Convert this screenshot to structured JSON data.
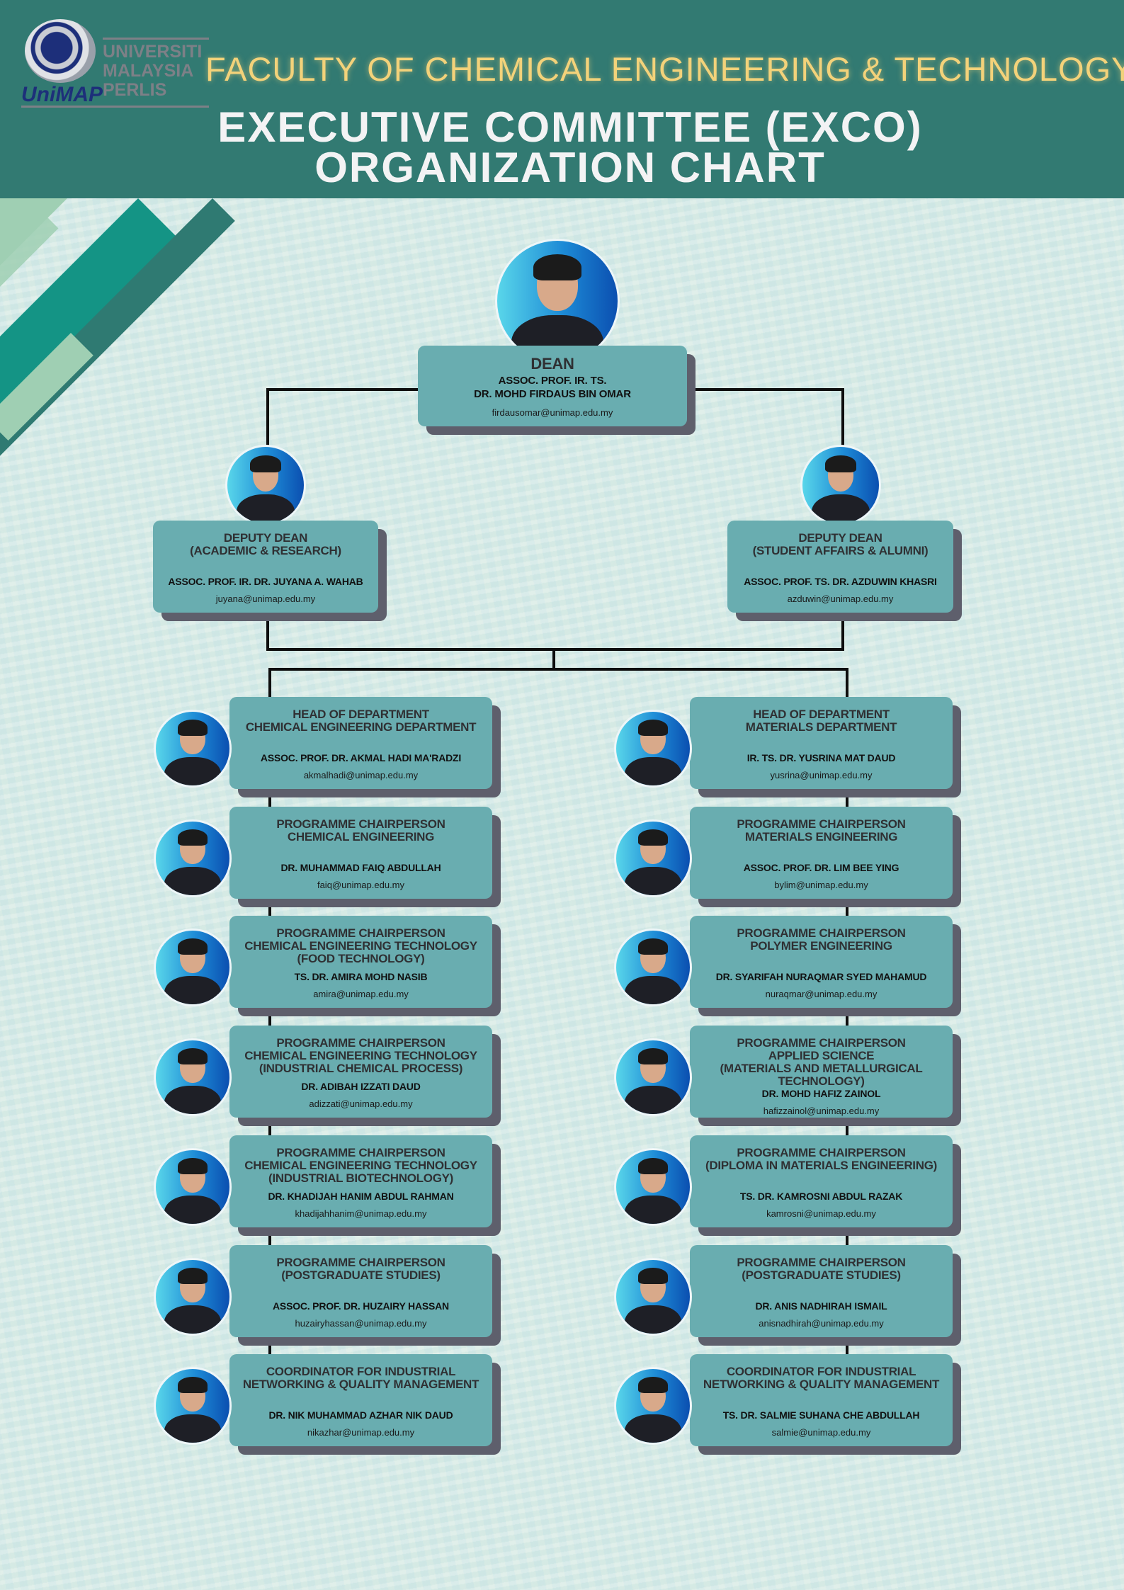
{
  "header": {
    "logo": {
      "line1": "UNIVERSITI",
      "line2": "MALAYSIA",
      "line3": "PERLIS",
      "brand": "UniMAP"
    },
    "faculty": "FACULTY OF CHEMICAL ENGINEERING & TECHNOLOGY",
    "title_line1": "EXECUTIVE COMMITTEE (EXCO)",
    "title_line2": "ORGANIZATION CHART"
  },
  "colors": {
    "header_bg": "#327a72",
    "faculty_text": "#f3d27a",
    "card_bg": "#69adb0",
    "card_shadow": "#5e5f6c"
  },
  "dean": {
    "title": [
      "DEAN"
    ],
    "name_lines": [
      "ASSOC. PROF. IR. TS.",
      "DR. MOHD FIRDAUS BIN OMAR"
    ],
    "email": "firdausomar@unimap.edu.my"
  },
  "deputies": [
    {
      "title": [
        "DEPUTY DEAN",
        "(ACADEMIC & RESEARCH)"
      ],
      "name": "ASSOC. PROF. IR. DR. JUYANA A. WAHAB",
      "email": "juyana@unimap.edu.my"
    },
    {
      "title": [
        "DEPUTY DEAN",
        "(STUDENT AFFAIRS & ALUMNI)"
      ],
      "name": "ASSOC. PROF. TS. DR. AZDUWIN KHASRI",
      "email": "azduwin@unimap.edu.my"
    }
  ],
  "left": [
    {
      "title": [
        "HEAD OF DEPARTMENT",
        "CHEMICAL ENGINEERING DEPARTMENT"
      ],
      "name": "ASSOC. PROF. DR. AKMAL HADI MA'RADZI",
      "email": "akmalhadi@unimap.edu.my"
    },
    {
      "title": [
        "PROGRAMME CHAIRPERSON",
        "CHEMICAL ENGINEERING"
      ],
      "name": "DR. MUHAMMAD FAIQ ABDULLAH",
      "email": "faiq@unimap.edu.my"
    },
    {
      "title": [
        "PROGRAMME CHAIRPERSON",
        "CHEMICAL ENGINEERING TECHNOLOGY",
        "(FOOD TECHNOLOGY)"
      ],
      "name": "TS. DR. AMIRA MOHD NASIB",
      "email": "amira@unimap.edu.my"
    },
    {
      "title": [
        "PROGRAMME CHAIRPERSON",
        "CHEMICAL ENGINEERING TECHNOLOGY",
        "(INDUSTRIAL CHEMICAL PROCESS)"
      ],
      "name": "DR. ADIBAH IZZATI DAUD",
      "email": "adizzati@unimap.edu.my"
    },
    {
      "title": [
        "PROGRAMME CHAIRPERSON",
        "CHEMICAL ENGINEERING TECHNOLOGY",
        "(INDUSTRIAL BIOTECHNOLOGY)"
      ],
      "name": "DR. KHADIJAH HANIM ABDUL RAHMAN",
      "email": "khadijahhanim@unimap.edu.my"
    },
    {
      "title": [
        "PROGRAMME CHAIRPERSON",
        "(POSTGRADUATE STUDIES)"
      ],
      "name": "ASSOC. PROF. DR. HUZAIRY HASSAN",
      "email": "huzairyhassan@unimap.edu.my"
    },
    {
      "title": [
        "COORDINATOR FOR INDUSTRIAL",
        "NETWORKING & QUALITY MANAGEMENT"
      ],
      "name": "DR. NIK MUHAMMAD AZHAR NIK DAUD",
      "email": "nikazhar@unimap.edu.my"
    }
  ],
  "right": [
    {
      "title": [
        "HEAD OF DEPARTMENT",
        "MATERIALS DEPARTMENT"
      ],
      "name": "IR. TS. DR. YUSRINA MAT DAUD",
      "email": "yusrina@unimap.edu.my"
    },
    {
      "title": [
        "PROGRAMME CHAIRPERSON",
        "MATERIALS ENGINEERING"
      ],
      "name": "ASSOC. PROF. DR. LIM BEE YING",
      "email": "bylim@unimap.edu.my"
    },
    {
      "title": [
        "PROGRAMME CHAIRPERSON",
        "POLYMER ENGINEERING"
      ],
      "name": "DR. SYARIFAH NURAQMAR SYED MAHAMUD",
      "email": "nuraqmar@unimap.edu.my"
    },
    {
      "title": [
        "PROGRAMME CHAIRPERSON",
        "APPLIED SCIENCE",
        "(MATERIALS AND METALLURGICAL",
        "TECHNOLOGY)"
      ],
      "name": "DR. MOHD HAFIZ ZAINOL",
      "email": "hafizzainol@unimap.edu.my"
    },
    {
      "title": [
        "PROGRAMME CHAIRPERSON",
        "(DIPLOMA IN MATERIALS ENGINEERING)"
      ],
      "name": "TS. DR. KAMROSNI ABDUL RAZAK",
      "email": "kamrosni@unimap.edu.my"
    },
    {
      "title": [
        "PROGRAMME CHAIRPERSON",
        "(POSTGRADUATE STUDIES)"
      ],
      "name": "DR. ANIS NADHIRAH ISMAIL",
      "email": "anisnadhirah@unimap.edu.my"
    },
    {
      "title": [
        "COORDINATOR FOR INDUSTRIAL",
        "NETWORKING & QUALITY MANAGEMENT"
      ],
      "name": "TS. DR. SALMIE SUHANA CHE ABDULLAH",
      "email": "salmie@unimap.edu.my"
    }
  ]
}
